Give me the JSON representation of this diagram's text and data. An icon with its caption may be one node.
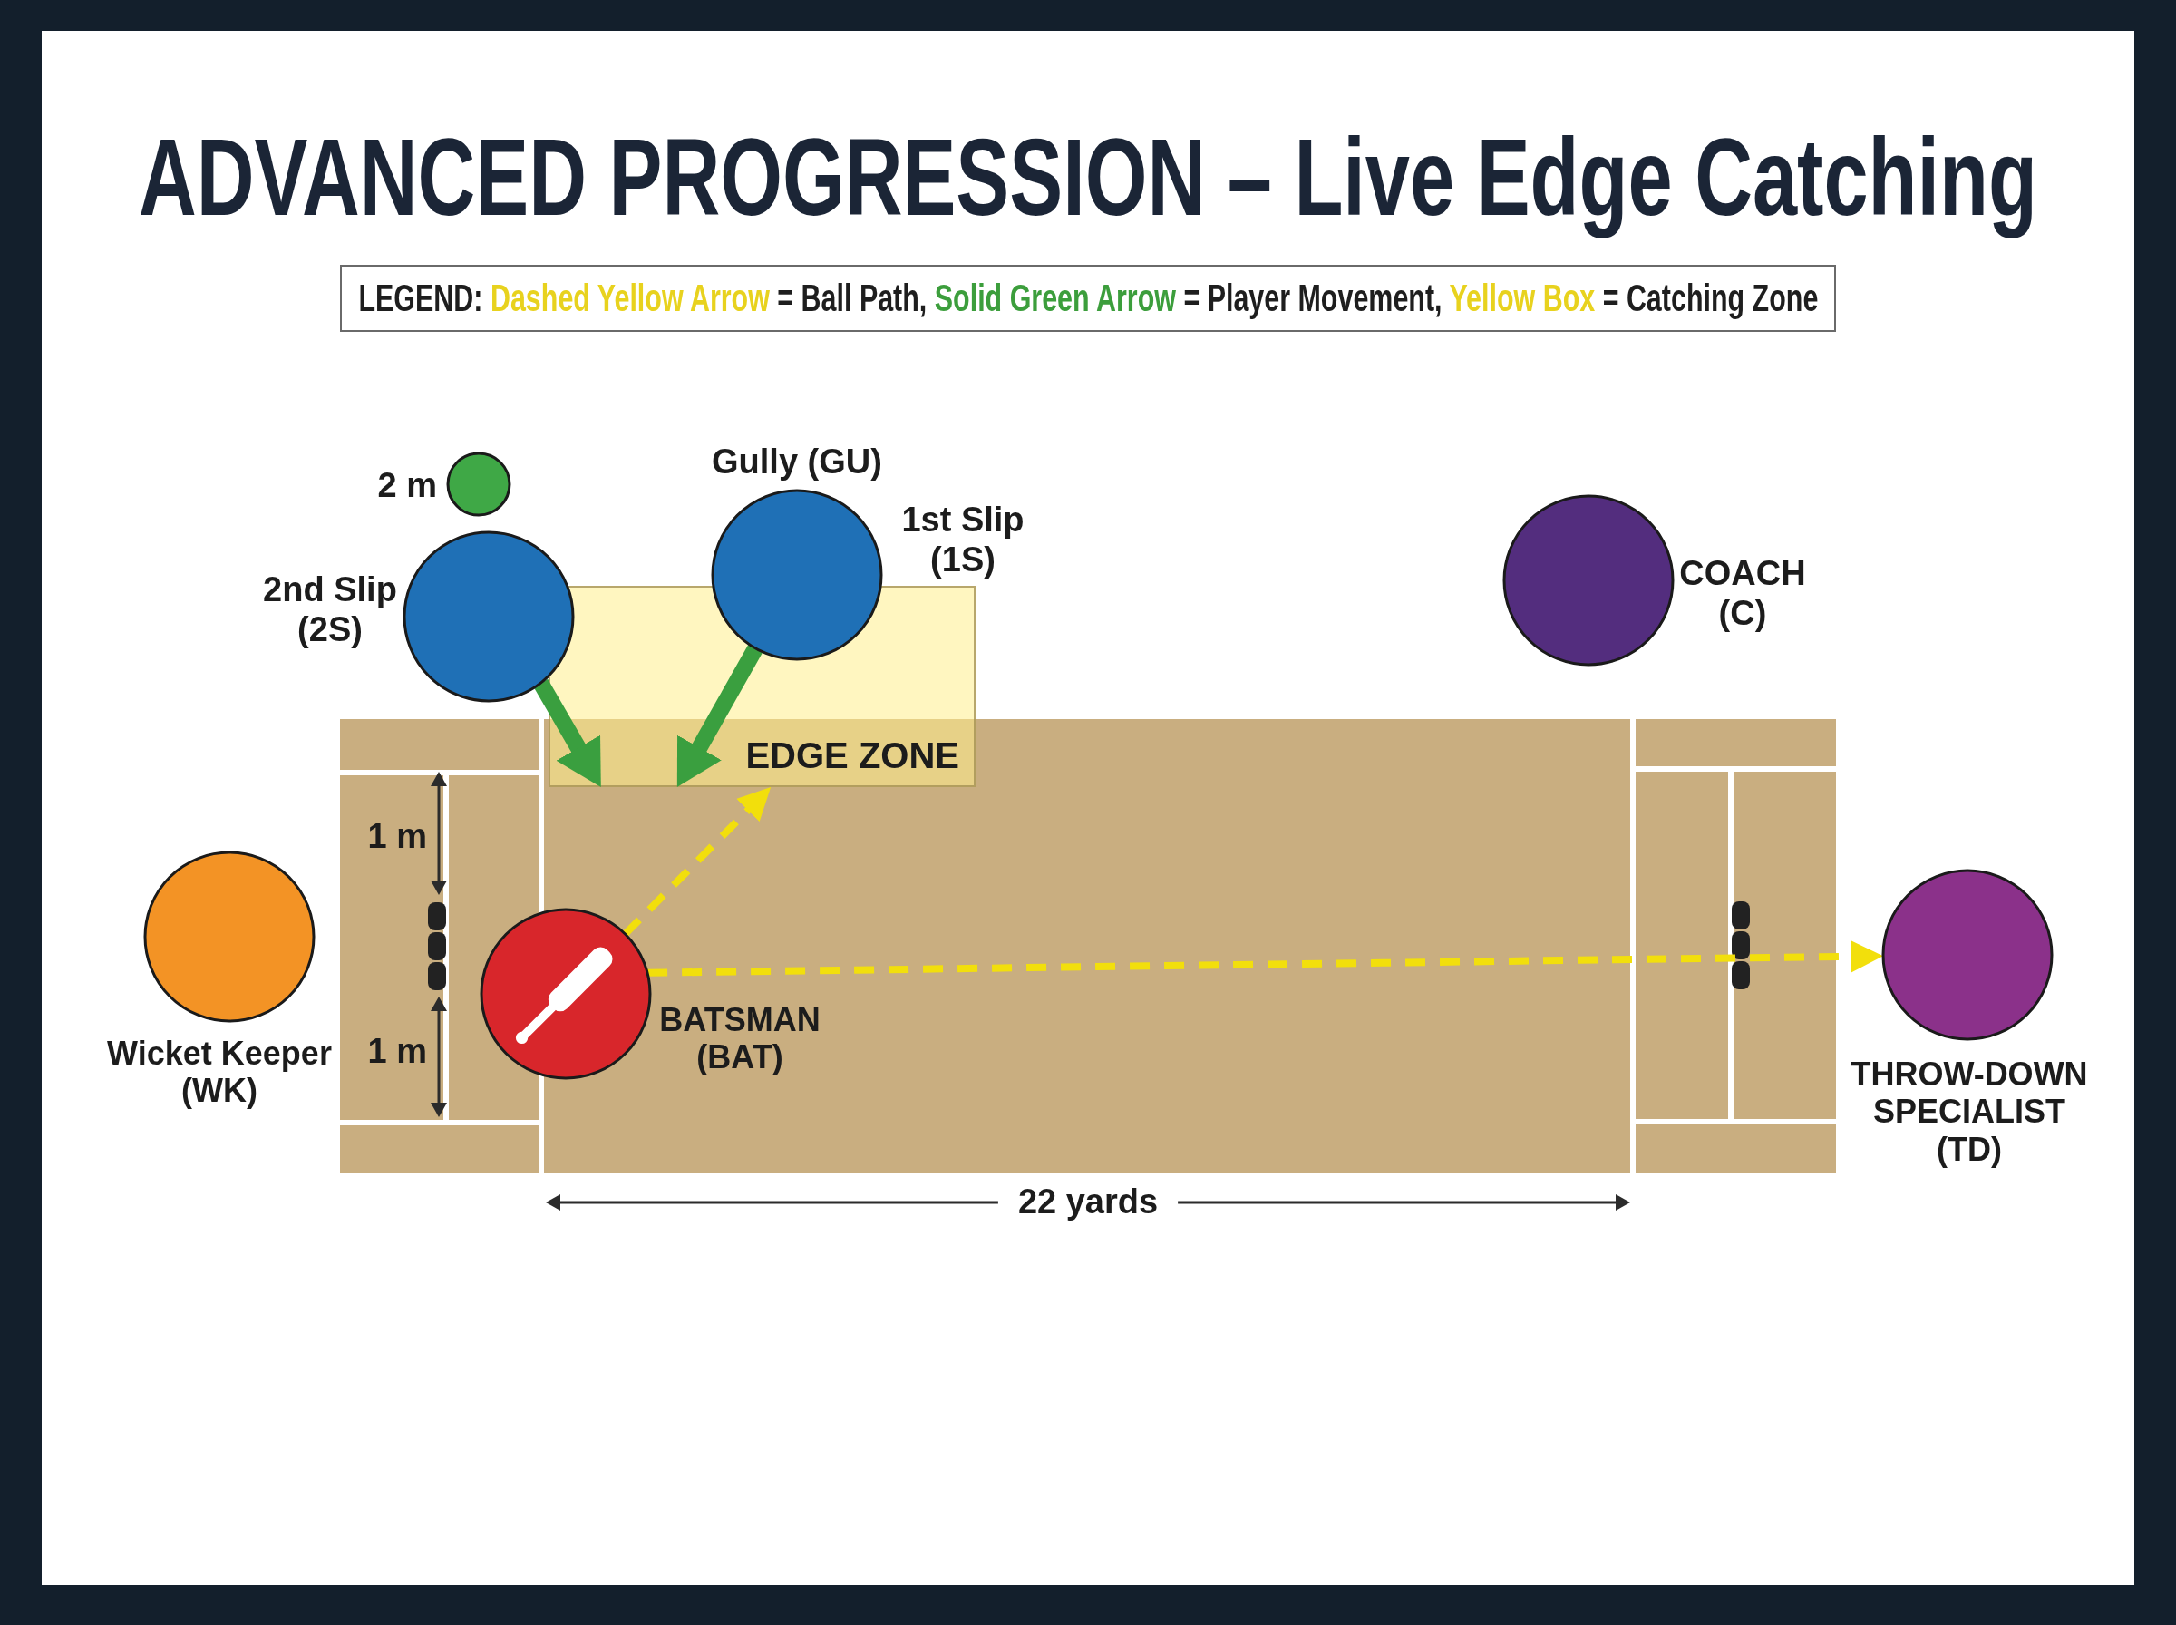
{
  "diagram": {
    "title": "ADVANCED PROGRESSION – Live Edge Catching",
    "nodes": [
      {
        "text": [
          "2 m"
        ]
      },
      {
        "text": [
          "2nd Slip (2S)"
        ]
      },
      {
        "text": [
          "Gully (GU)"
        ],
        "beside": [
          "1st Slip (1S)"
        ]
      },
      {
        "text": [
          "COACH (C)"
        ]
      },
      {
        "text": [
          "EDGE ZONE"
        ]
      },
      {
        "text": [
          "Wicket Keeper (WK)"
        ]
      },
      {
        "text": [
          "BATSMAN (BAT)"
        ]
      },
      {
        "text": [
          "THROW-DOWN SPECIALIST (TD)"
        ]
      }
    ],
    "edges": [
      {
        "from": 1,
        "to": 4,
        "arrow": "to",
        "style": "thick",
        "color": "#3a9f3f"
      },
      {
        "from": 2,
        "to": 4,
        "arrow": "to",
        "style": "thick",
        "color": "#3a9f3f"
      },
      {
        "from": 6,
        "to": 4,
        "arrow": "to",
        "style": "dashed",
        "color": "#f2df0c"
      },
      {
        "from": 6,
        "to": 7,
        "arrow": "to",
        "style": "dashed",
        "color": "#f2df0c"
      }
    ],
    "labels": [
      "LEGEND:",
      "= Ball Path,",
      "= Player Movement,",
      "= Catching Zone",
      "1 m",
      "1 m",
      "22 yards"
    ],
    "legend": [
      {
        "text": "Dashed Yellow Arrow",
        "color": "#e8d21e"
      },
      {
        "text": "Solid Green Arrow",
        "color": "#3c9e3c"
      },
      {
        "text": "Yellow Box",
        "color": "#e8d21e"
      }
    ]
  }
}
